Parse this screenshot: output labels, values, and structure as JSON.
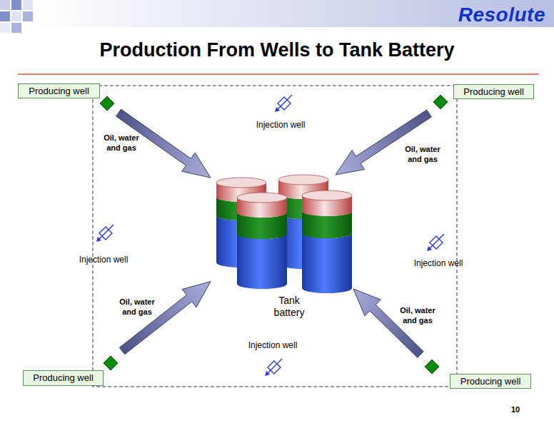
{
  "diagram": {
    "title": "Production From Wells to Tank Battery",
    "nodes": [
      {
        "text": [
          "Producing well"
        ]
      },
      {
        "text": [
          "Injection well"
        ]
      },
      {
        "text": [
          "Producing well"
        ]
      },
      {
        "text": [
          "Injection well"
        ]
      },
      {
        "text": [
          "Tank battery"
        ]
      },
      {
        "text": [
          "Injection well"
        ]
      },
      {
        "text": [
          "Injection well"
        ]
      },
      {
        "text": [
          "Producing well"
        ]
      },
      {
        "text": [
          "Producing well"
        ]
      }
    ],
    "edges": [
      {
        "from": 0,
        "to": 4,
        "label": "Oil, water and gas",
        "arrow": "to"
      },
      {
        "from": 2,
        "to": 4,
        "label": "Oil, water and gas",
        "arrow": "to"
      },
      {
        "from": 7,
        "to": 4,
        "label": "Oil, water and gas",
        "arrow": "to"
      },
      {
        "from": 8,
        "to": 4,
        "label": "Oil, water and gas",
        "arrow": "to"
      }
    ],
    "labels": [
      "Resolute",
      "10"
    ]
  }
}
